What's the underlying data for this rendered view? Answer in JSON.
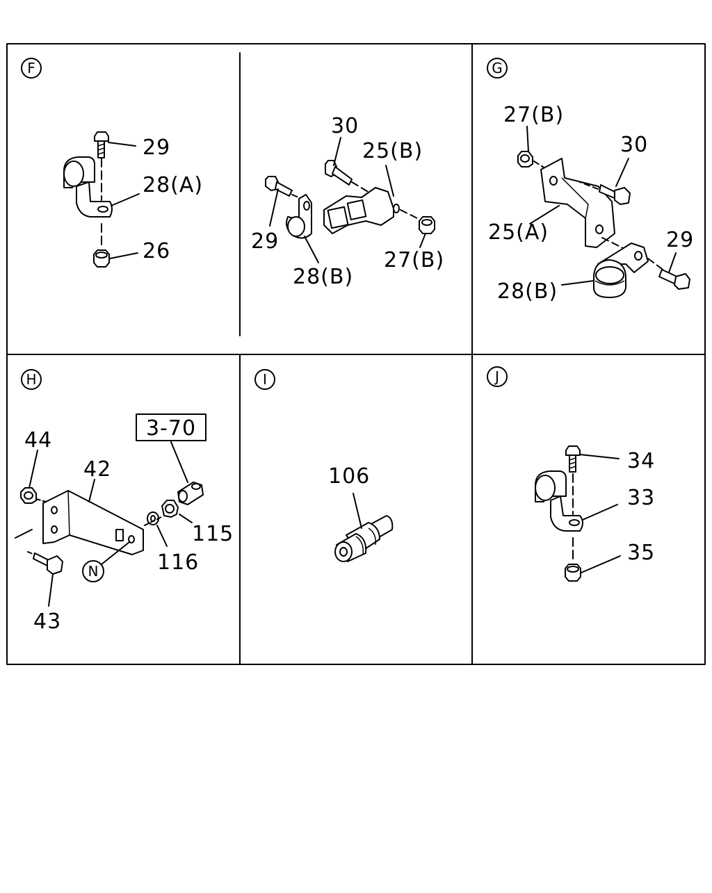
{
  "panels": [
    {
      "id": "F",
      "labels": [
        "29",
        "28(A)",
        "26"
      ]
    },
    {
      "id": "F-cont",
      "labels": [
        "30",
        "25(B)",
        "29",
        "28(B)",
        "27(B)"
      ]
    },
    {
      "id": "G",
      "labels": [
        "27(B)",
        "30",
        "25(A)",
        "29",
        "28(B)"
      ]
    },
    {
      "id": "H",
      "labels": [
        "3-70",
        "44",
        "42",
        "115",
        "116",
        "43",
        "N"
      ]
    },
    {
      "id": "I",
      "labels": [
        "106"
      ]
    },
    {
      "id": "J",
      "labels": [
        "34",
        "33",
        "35"
      ]
    }
  ]
}
